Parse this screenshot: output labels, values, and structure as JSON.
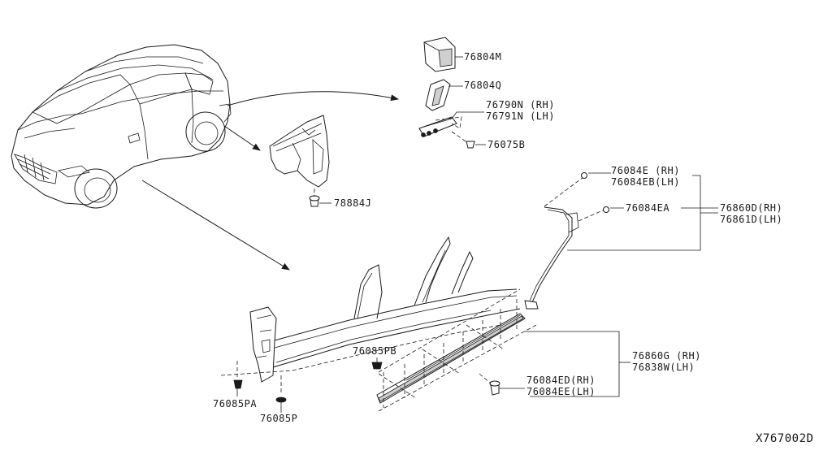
{
  "labels": {
    "p76804M": "76804M",
    "p76804Q": "76804Q",
    "p76790N": "76790N (RH)",
    "p76791N": "76791N (LH)",
    "p76075B": "76075B",
    "p78884J": "78884J",
    "p76084E": "76084E  (RH)",
    "p76084EB": "76084EB(LH)",
    "p76084EA": "76084EA",
    "p76860D": "76860D(RH)",
    "p76861D": "76861D(LH)",
    "p76085PB": "76085PB",
    "p76085PA": "76085PA",
    "p76085P": "76085P",
    "p76860G": "76860G (RH)",
    "p76838W": "76838W(LH)",
    "p76084ED": "76084ED(RH)",
    "p76084EE": "76084EE(LH)"
  },
  "diagram_code": "X767002D",
  "icons": {
    "vehicle": "suv-outline",
    "fastener": "clip-icon",
    "arrow": "arrow-right"
  }
}
